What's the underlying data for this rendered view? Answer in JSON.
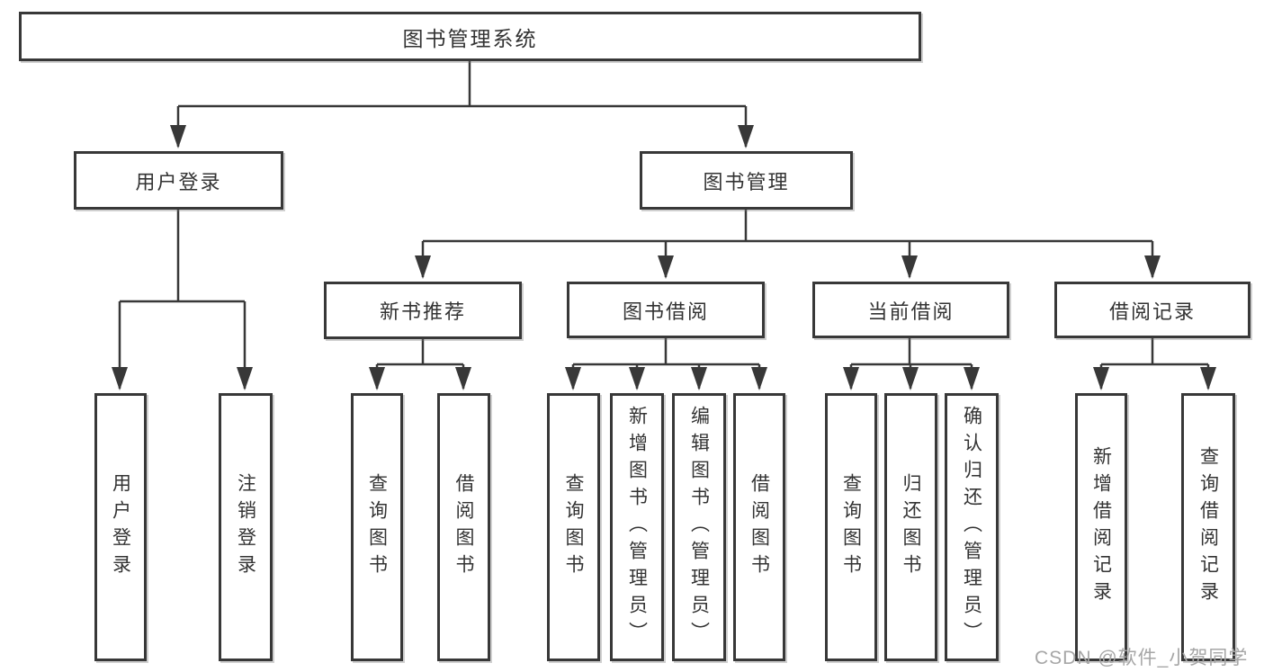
{
  "diagram_title": "图书管理系统",
  "watermark": "CSDN @软件_小贺同学",
  "colors": {
    "line": "#383838",
    "text": "#333333",
    "watermark": "#a6a6a6",
    "background": "#ffffff"
  },
  "tree": {
    "root": {
      "label": "图书管理系统",
      "children": [
        {
          "label": "用户登录",
          "children": [
            {
              "label": "用户登录"
            },
            {
              "label": "注销登录"
            }
          ]
        },
        {
          "label": "图书管理",
          "children": [
            {
              "label": "新书推荐",
              "children": [
                {
                  "label": "查询图书"
                },
                {
                  "label": "借阅图书"
                }
              ]
            },
            {
              "label": "图书借阅",
              "children": [
                {
                  "label": "查询图书"
                },
                {
                  "label": "新增图书（管理员）"
                },
                {
                  "label": "编辑图书（管理员）"
                },
                {
                  "label": "借阅图书"
                }
              ]
            },
            {
              "label": "当前借阅",
              "children": [
                {
                  "label": "查询图书"
                },
                {
                  "label": "归还图书"
                },
                {
                  "label": "确认归还（管理员）"
                }
              ]
            },
            {
              "label": "借阅记录",
              "children": [
                {
                  "label": "新增借阅记录"
                },
                {
                  "label": "查询借阅记录"
                }
              ]
            }
          ]
        }
      ]
    }
  }
}
